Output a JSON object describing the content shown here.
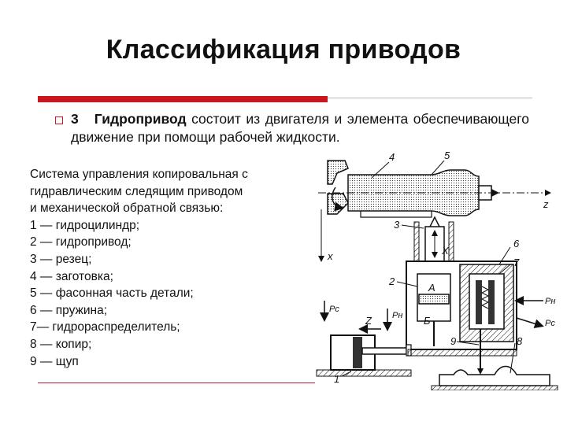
{
  "slide": {
    "title": "Классификация приводов"
  },
  "bullet": {
    "number": "3",
    "term": "Гидропривод",
    "text": " состоит из двигателя и элемента обеспечивающего движение при помощи рабочей жидкости."
  },
  "description": {
    "lines": [
      "Система управления копировальная с",
      "гидравлическим следящим приводом",
      "и механической обратной связью:",
      "1 — гидроцилиндр;",
      "2 — гидропривод;",
      "3 — резец;",
      "4 — заготовка;",
      "5 — фасонная часть детали;",
      "6 — пружина;",
      "7— гидрораспределитель;",
      "8 — копир;",
      "9 — щуп"
    ]
  },
  "diagram": {
    "labels": {
      "n1": "1",
      "n2": "2",
      "n3": "3",
      "n4": "4",
      "n5": "5",
      "n6": "6",
      "n7": "7",
      "n8": "8",
      "n9": "9",
      "axis_x": "x",
      "axis_z": "z",
      "axis_Z": "Z",
      "chamber_a": "А",
      "chamber_b": "Б",
      "slide_x": "X",
      "p_c_left": "Pc",
      "p_n": "Pн",
      "p_n_right": "Pн",
      "p_c_right": "Pc"
    }
  }
}
